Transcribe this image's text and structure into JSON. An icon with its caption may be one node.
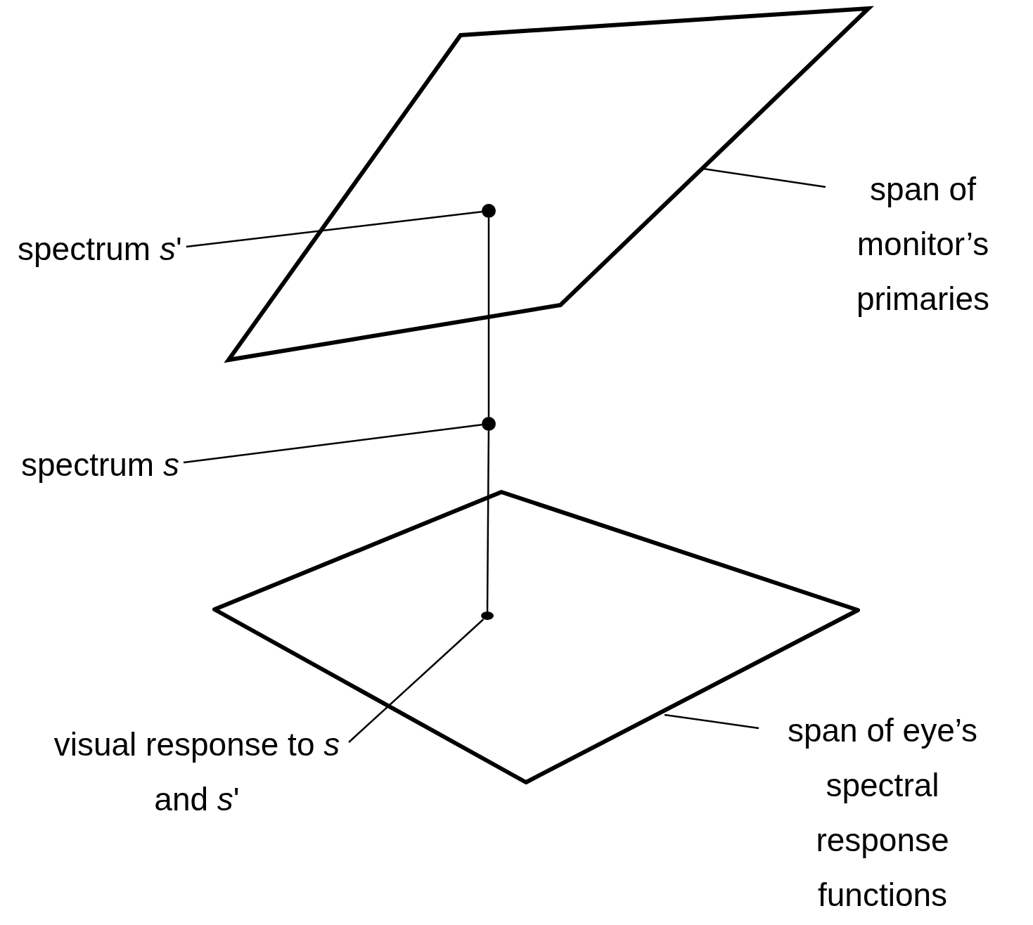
{
  "diagram": {
    "nodes": [
      {
        "text": [],
        "shape": "parallelogram"
      },
      {
        "text": [],
        "shape": "circle",
        "in": 0
      },
      {
        "text": [
          "spectrum *s*'"
        ]
      },
      {
        "text": [
          "span of monitor’s primaries"
        ]
      },
      {
        "text": [],
        "shape": "circle"
      },
      {
        "text": [
          "spectrum *s*"
        ]
      },
      {
        "text": [],
        "shape": "diamond"
      },
      {
        "text": [],
        "shape": "circle",
        "in": 6
      },
      {
        "text": [
          "visual response to *s* and *s*'"
        ]
      },
      {
        "text": [
          "span of eye’s spectral response functions"
        ]
      }
    ],
    "edges": [
      {
        "from": 2,
        "to": 1,
        "arrow": "none"
      },
      {
        "from": 3,
        "to": 0,
        "arrow": "none"
      },
      {
        "from": 1,
        "to": 4,
        "arrow": "none"
      },
      {
        "from": 5,
        "to": 4,
        "arrow": "none"
      },
      {
        "from": 4,
        "to": 7,
        "arrow": "none"
      },
      {
        "from": 8,
        "to": 7,
        "arrow": "none"
      },
      {
        "from": 9,
        "to": 6,
        "arrow": "none"
      }
    ]
  }
}
